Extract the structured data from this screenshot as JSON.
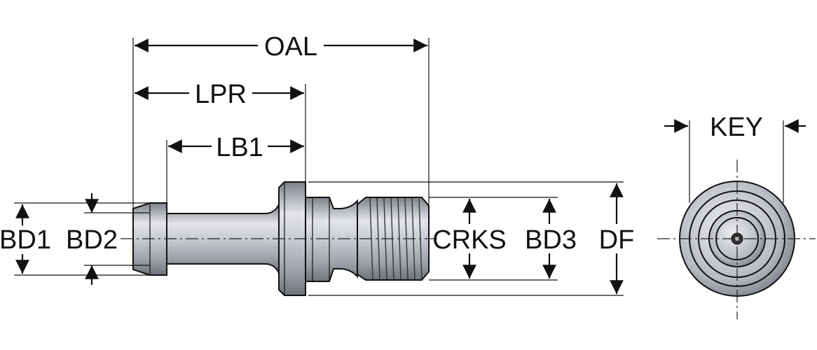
{
  "labels": {
    "oal": "OAL",
    "lpr": "LPR",
    "lb1": "LB1",
    "bd1": "BD1",
    "bd2": "BD2",
    "crks": "CRKS",
    "bd3": "BD3",
    "df": "DF",
    "key": "KEY"
  },
  "colors": {
    "metal_dark": "#8a8e95",
    "metal_light": "#e6e8ec",
    "ink": "#111111"
  }
}
